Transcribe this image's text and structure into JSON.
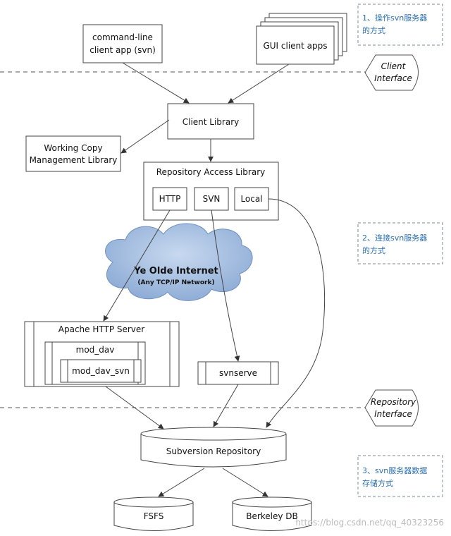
{
  "nodes": {
    "cmdline_line1": "command-line",
    "cmdline_line2": "client app (svn)",
    "gui": "GUI client apps",
    "client_library": "Client Library",
    "wc_line1": "Working Copy",
    "wc_line2": "Management Library",
    "ra_library": "Repository Access Library",
    "http": "HTTP",
    "svn": "SVN",
    "local": "Local",
    "internet_title": "Ye Olde Internet",
    "internet_sub": "(Any TCP/IP Network)",
    "apache": "Apache HTTP Server",
    "mod_dav": "mod_dav",
    "mod_dav_svn": "mod_dav_svn",
    "svnserve": "svnserve",
    "repository": "Subversion Repository",
    "fsfs": "FSFS",
    "bdb": "Berkeley DB"
  },
  "interfaces": {
    "client_line1": "Client",
    "client_line2": "Interface",
    "repo_line1": "Repository",
    "repo_line2": "Interface"
  },
  "notes": {
    "note1_line1": "1、操作svn服务器",
    "note1_line2": "的方式",
    "note2_line1": "2、连接svn服务器",
    "note2_line2": "的方式",
    "note3_line1": "3、svn服务器数据",
    "note3_line2": "存储方式"
  },
  "watermark": "https://blog.csdn.net/qq_40323256"
}
